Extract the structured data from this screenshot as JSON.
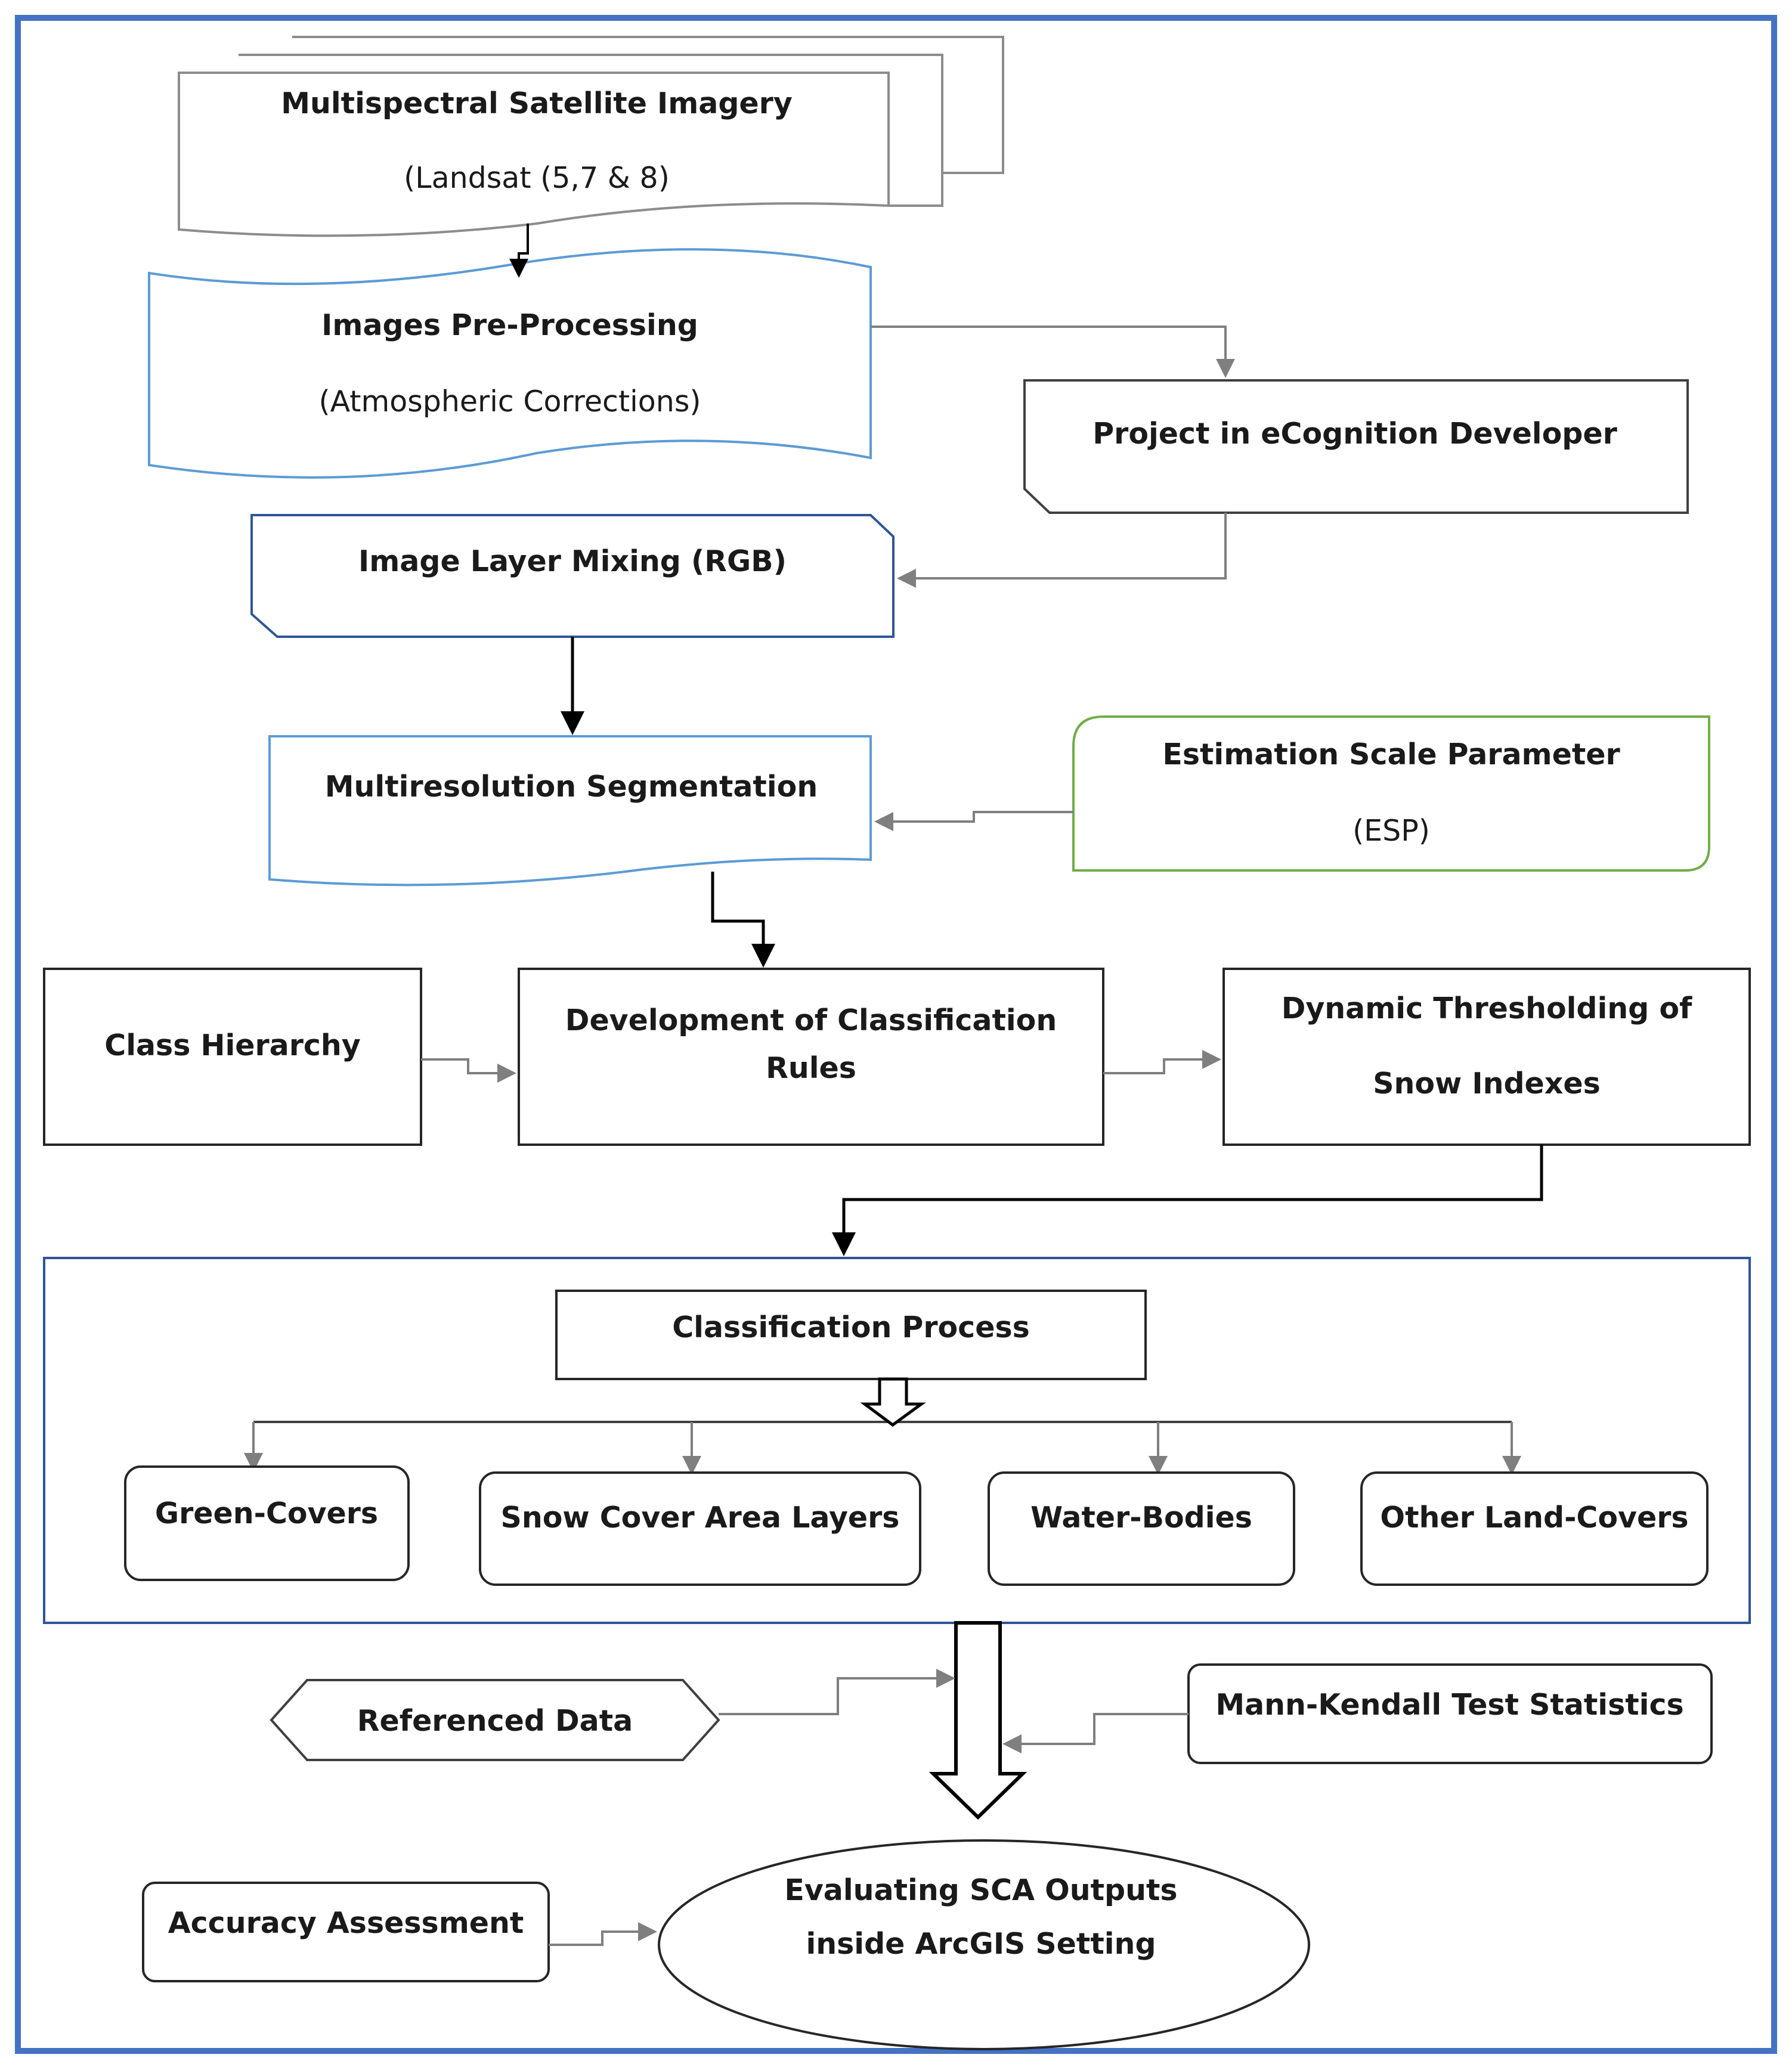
{
  "nodes": {
    "imagery": {
      "title": "Multispectral Satellite Imagery",
      "subtitle": "(Landsat (5,7 & 8)"
    },
    "preprocessing": {
      "title": "Images Pre-Processing",
      "subtitle": "(Atmospheric Corrections)"
    },
    "ecognition": {
      "title": "Project in eCognition Developer"
    },
    "layer_mixing": {
      "title": "Image Layer Mixing (RGB)"
    },
    "segmentation": {
      "title": "Multiresolution Segmentation"
    },
    "esp": {
      "title": "Estimation Scale Parameter",
      "subtitle": "(ESP)"
    },
    "class_hierarchy": {
      "title": "Class Hierarchy"
    },
    "classification_rules": {
      "line1": "Development of Classification",
      "line2": "Rules"
    },
    "thresholding": {
      "line1": "Dynamic Thresholding of",
      "line2": "Snow Indexes"
    },
    "classification_process": {
      "title": "Classification Process"
    },
    "green_covers": {
      "title": "Green-Covers"
    },
    "snow_cover": {
      "title": "Snow Cover Area Layers"
    },
    "water_bodies": {
      "title": "Water-Bodies"
    },
    "other_land": {
      "title": "Other Land-Covers"
    },
    "referenced_data": {
      "title": "Referenced Data"
    },
    "mann_kendall": {
      "title": "Mann-Kendall Test Statistics"
    },
    "accuracy": {
      "title": "Accuracy Assessment"
    },
    "evaluating": {
      "line1": "Evaluating SCA Outputs",
      "line2": "inside ArcGIS Setting"
    }
  },
  "colors": {
    "frame": "#4472c4",
    "blue_outline": "#5b9bd5",
    "green_outline": "#70ad47",
    "gray_connector": "#7f7f7f",
    "dark_outline": "#262626"
  }
}
